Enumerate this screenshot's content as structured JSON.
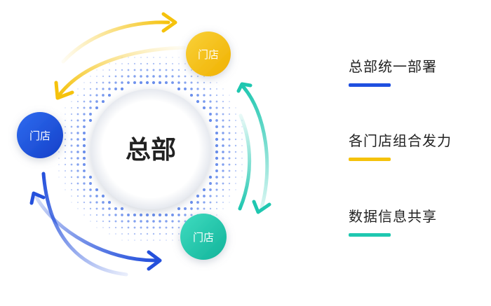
{
  "diagram": {
    "center_label": "总部",
    "stores": [
      {
        "label": "门店",
        "color_from": "#f9d13a",
        "color_to": "#f0b100"
      },
      {
        "label": "门店",
        "color_from": "#2f6cf0",
        "color_to": "#1440c8"
      },
      {
        "label": "门店",
        "color_from": "#3fdcc0",
        "color_to": "#12b39a"
      }
    ],
    "arrow_colors": {
      "yellow": "#f5c20c",
      "teal": "#1fc7b0",
      "blue": "#2450dc"
    }
  },
  "legend": [
    {
      "title": "总部统一部署",
      "color": "#1f4fe0"
    },
    {
      "title": "各门店组合发力",
      "color": "#f5c20c"
    },
    {
      "title": "数据信息共享",
      "color": "#1fc7b0"
    }
  ]
}
